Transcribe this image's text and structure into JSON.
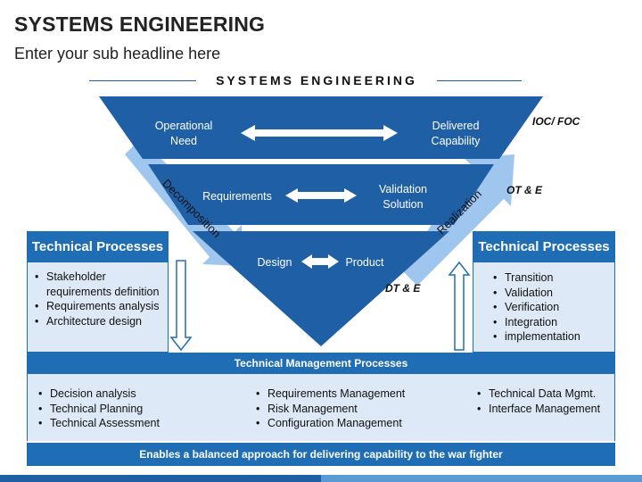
{
  "slide": {
    "title": "SYSTEMS ENGINEERING",
    "subtitle": "Enter your sub headline here"
  },
  "diagram": {
    "heading": "SYSTEMS ENGINEERING",
    "levels": [
      {
        "left": "Operational Need",
        "right": "Delivered Capability",
        "milestone": "IOC/ FOC"
      },
      {
        "left": "Requirements",
        "right": "Validation Solution",
        "milestone": "OT & E"
      },
      {
        "left": "Design",
        "right": "Product",
        "milestone": "DT & E"
      }
    ],
    "decomposition_label": "Decomposition",
    "realization_label": "Realization"
  },
  "left_panel": {
    "title": "Technical Processes",
    "items": [
      "Stakeholder requirements definition",
      "Requirements analysis",
      "Architecture design"
    ]
  },
  "right_panel": {
    "title": "Technical Processes",
    "items": [
      "Transition",
      "Validation",
      "Verification",
      "Integration",
      "implementation"
    ]
  },
  "management": {
    "title": "Technical Management Processes",
    "columns": [
      [
        "Decision analysis",
        "Technical Planning",
        "Technical Assessment"
      ],
      [
        "Requirements Management",
        "Risk Management",
        "Configuration Management"
      ],
      [
        "Technical Data Mgmt.",
        "Interface Management"
      ]
    ]
  },
  "footer": "Enables a balanced approach for delivering capability to the war fighter",
  "colors": {
    "dark_blue": "#1f5fa6",
    "mid_blue": "#1f6db5",
    "light_blue": "#dde9f6",
    "arrow_blue": "#9fc6ee"
  }
}
